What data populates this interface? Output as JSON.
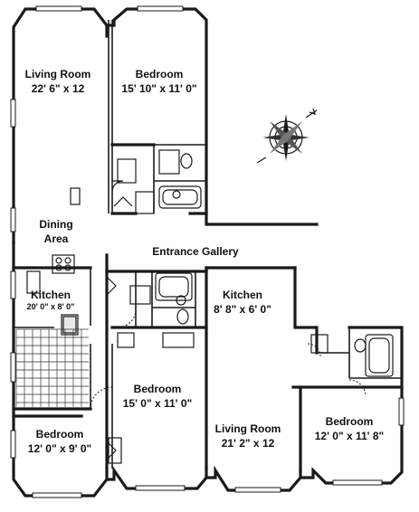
{
  "floor_plan": {
    "rooms": [
      {
        "id": "living_room_1",
        "name": "Living Room",
        "dims": "22' 6\" x 12"
      },
      {
        "id": "bedroom_1",
        "name": "Bedroom",
        "dims": "15' 10\" x 11' 0\""
      },
      {
        "id": "dining_area",
        "name": "Dining",
        "name2": "Area"
      },
      {
        "id": "entrance_gallery",
        "name": "Entrance Gallery"
      },
      {
        "id": "kitchen_1",
        "name": "Kitchen",
        "dims": "20' 0\" x 8' 0\""
      },
      {
        "id": "kitchen_2",
        "name": "Kitchen",
        "dims": "8' 8\" x 6' 0\""
      },
      {
        "id": "bedroom_2",
        "name": "Bedroom",
        "dims": "15' 0\" x 11' 0\""
      },
      {
        "id": "bedroom_3",
        "name": "Bedroom",
        "dims": "12' 0\" x 9' 0\""
      },
      {
        "id": "living_room_2",
        "name": "Living Room",
        "dims": "21' 2\" x 12"
      },
      {
        "id": "bedroom_4",
        "name": "Bedroom",
        "dims": "12' 0\" x 11' 8\""
      }
    ],
    "compass_icon": "compass-rose-icon"
  }
}
